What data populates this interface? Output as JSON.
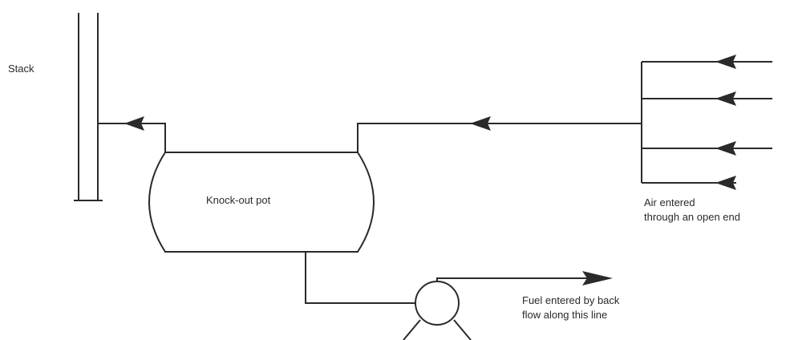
{
  "labels": {
    "stack": "Stack",
    "vessel": "Knock-out pot",
    "air_line1": "Air entered",
    "air_line2": "through an open end",
    "fuel_line1": "Fuel entered by back",
    "fuel_line2": "flow along this line"
  },
  "icons": {
    "pump": "centrifugal-pump-icon",
    "flow": "flow-arrow-icon"
  }
}
